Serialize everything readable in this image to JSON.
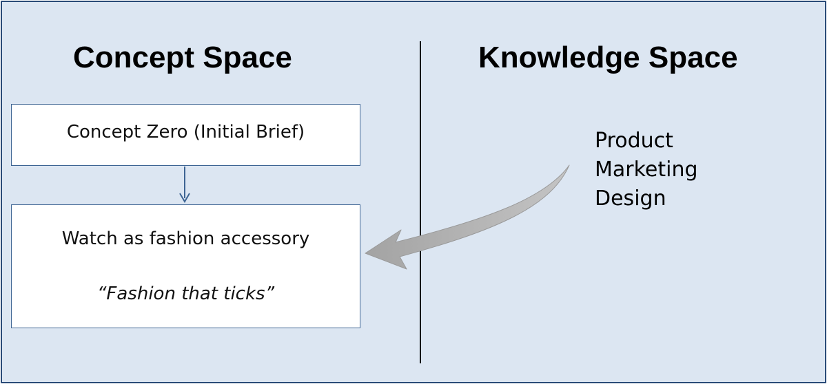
{
  "concept_space": {
    "heading": "Concept Space",
    "box_initial": {
      "label": "Concept Zero (Initial Brief)"
    },
    "box_refined": {
      "label": "Watch as fashion accessory",
      "tagline": "“Fashion that ticks”"
    }
  },
  "knowledge_space": {
    "heading": "Knowledge Space",
    "items": [
      "Product",
      "Marketing",
      "Design"
    ]
  },
  "colors": {
    "background": "#dce6f2",
    "frame_border": "#2a4b78",
    "box_border": "#3d6493",
    "connector": "#3d6493",
    "curved_arrow": "#a6a6a6"
  }
}
